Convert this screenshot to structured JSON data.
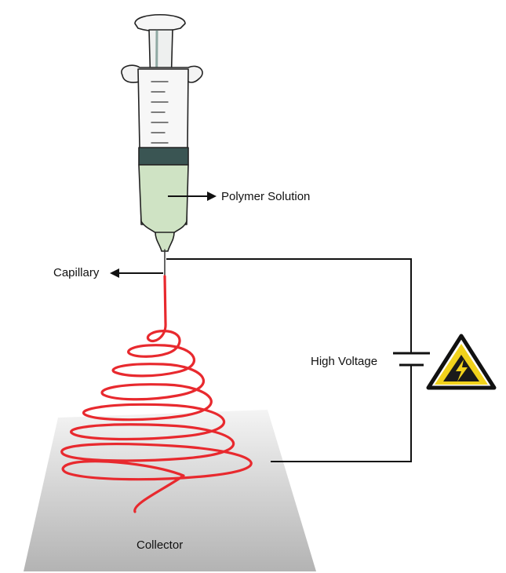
{
  "labels": {
    "polymer_solution": "Polymer Solution",
    "capillary": "Capillary",
    "high_voltage": "High Voltage",
    "collector": "Collector"
  },
  "colors": {
    "solution_fill": "#cfe3c4",
    "plunger_seal": "#3a5553",
    "fiber": "#e8292e",
    "wire": "#111111",
    "warning_yellow": "#f1d21c",
    "collector_light": "#f2f2f2",
    "collector_dark": "#b5b5b5"
  },
  "icons": {
    "hazard": "high-voltage-warning-icon",
    "syringe": "syringe-icon",
    "battery": "battery-symbol-icon"
  }
}
